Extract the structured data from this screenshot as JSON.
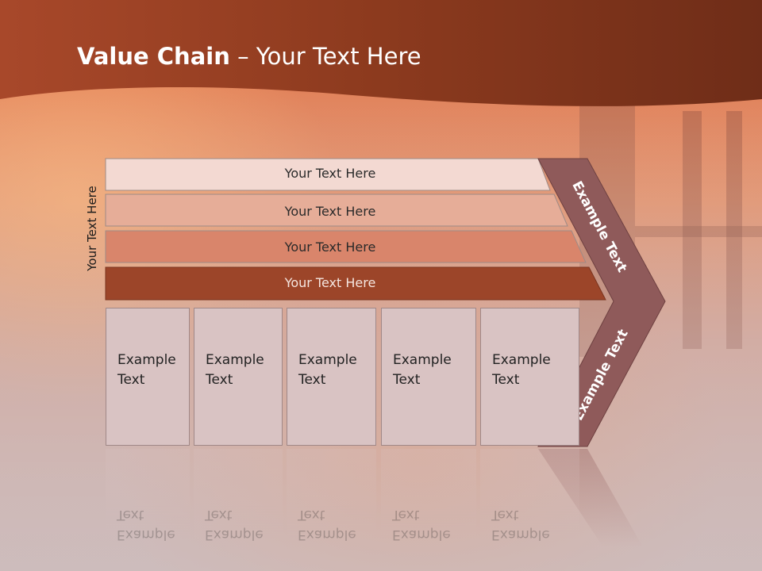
{
  "slide": {
    "title_bold": "Value Chain",
    "title_rest": " – Your Text Here",
    "side_label": "Your Text Here",
    "bars": [
      {
        "label": "Your Text Here",
        "color": "#f3d9d2"
      },
      {
        "label": "Your Text Here",
        "color": "#e6ad98"
      },
      {
        "label": "Your Text Here",
        "color": "#d9856b"
      },
      {
        "label": "Your Text Here",
        "color": "#9c4529"
      }
    ],
    "arrow_top_label": "Example Text",
    "arrow_bottom_label": "Example Text",
    "columns": [
      {
        "line1": "Example",
        "line2": "Text"
      },
      {
        "line1": "Example",
        "line2": "Text"
      },
      {
        "line1": "Example",
        "line2": "Text"
      },
      {
        "line1": "Example",
        "line2": "Text"
      },
      {
        "line1": "Example",
        "line2": "Text"
      }
    ],
    "colors": {
      "header": "#8c3a1e",
      "arrow": "#8f5a5a",
      "column_fill": "#d9c3c3"
    }
  }
}
